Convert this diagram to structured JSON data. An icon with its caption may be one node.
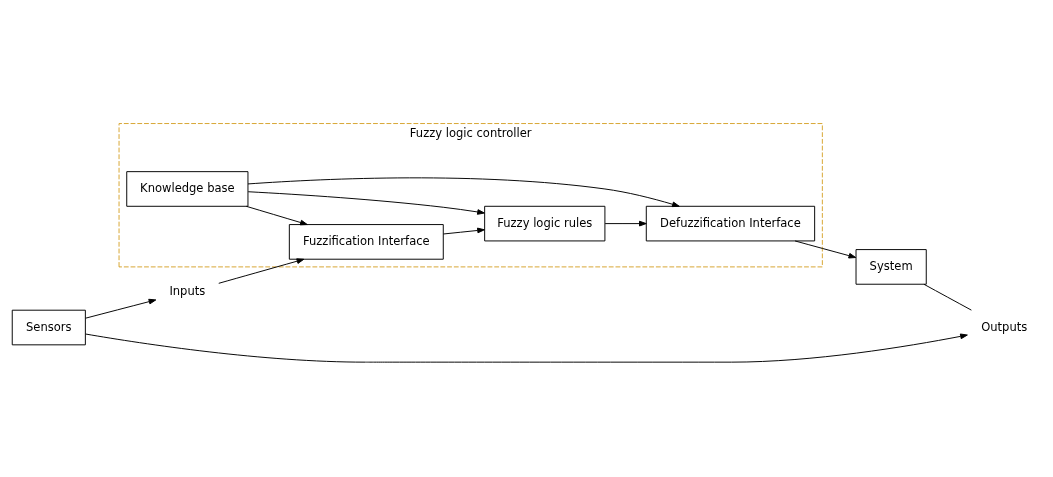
{
  "diagram": {
    "nodes": [
      {
        "text": [
          "Fuzzy logic controller"
        ]
      },
      {
        "text": [
          "Knowledge base"
        ],
        "in": 0
      },
      {
        "text": [
          "Fuzzification Interface"
        ],
        "in": 0
      },
      {
        "text": [
          "Defuzzification Interface"
        ],
        "in": 0
      },
      {
        "text": [
          "Fuzzy logic rules"
        ],
        "in": 0
      },
      {
        "text": [
          "System"
        ]
      },
      {
        "text": [
          "Sensors"
        ]
      },
      {
        "text": [
          "Inputs"
        ]
      },
      {
        "text": [
          "Outputs"
        ]
      }
    ],
    "edges": [
      {
        "from": 7,
        "to": 2,
        "arrow": "to"
      },
      {
        "from": 1,
        "to": 2,
        "arrow": "to"
      },
      {
        "from": 1,
        "to": 3,
        "arrow": "to"
      },
      {
        "from": 1,
        "to": 4,
        "arrow": "to"
      },
      {
        "from": 2,
        "to": 4,
        "arrow": "to"
      },
      {
        "from": 4,
        "to": 3,
        "arrow": "to"
      },
      {
        "from": 3,
        "to": 5,
        "arrow": "to"
      },
      {
        "from": 5,
        "to": 8,
        "arrow": "none"
      },
      {
        "from": 6,
        "to": 7,
        "arrow": "to"
      },
      {
        "from": 6,
        "to": 8,
        "arrow": "to"
      }
    ]
  }
}
